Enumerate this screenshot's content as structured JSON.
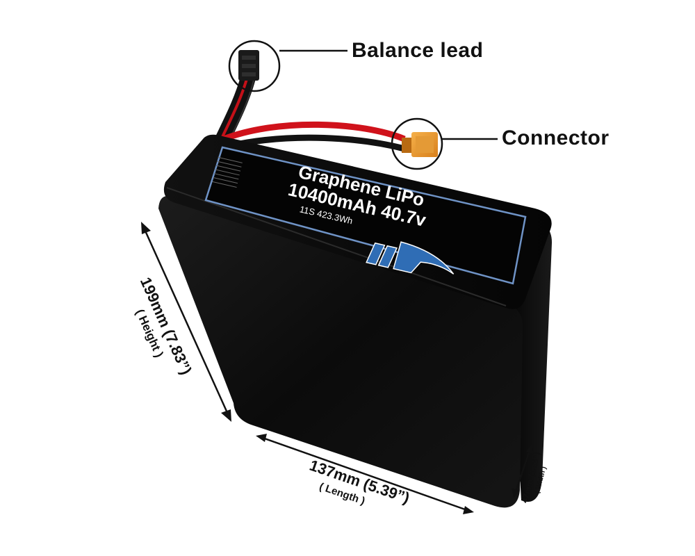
{
  "callouts": {
    "balance_lead": "Balance lead",
    "connector": "Connector"
  },
  "label": {
    "line1": "Graphene LiPo",
    "line2": "10400mAh 40.7v",
    "line3": "11S 423.3Wh"
  },
  "dimensions": {
    "height": {
      "value": "199mm (7.83”)",
      "caption": "( Height )"
    },
    "length": {
      "value": "137mm (5.39”)",
      "caption": "( Length )"
    },
    "width": {
      "value": "47mm (1.85”)",
      "caption": "( Width )"
    }
  },
  "colors": {
    "battery_body": "#0a0a0a",
    "label_border": "#6f93c6",
    "logo_blue": "#2f6db5",
    "wire_red": "#d0121b"
  },
  "icons": [
    "battery-pack",
    "xt90-connector-icon",
    "balance-plug-icon",
    "brand-logo-icon"
  ]
}
